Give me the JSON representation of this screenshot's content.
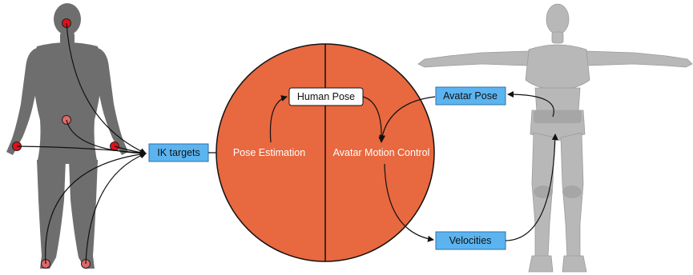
{
  "diagram": {
    "nodes": {
      "ik_targets": "IK targets",
      "pose_estimation": "Pose Estimation",
      "human_pose": "Human Pose",
      "avatar_motion_control": "Avatar Motion Control",
      "avatar_pose": "Avatar Pose",
      "velocities": "Velocities"
    },
    "colors": {
      "circle_fill": "#E8683F",
      "blue_box_fill": "#5BB4F0",
      "blue_box_stroke": "#2F6FA8",
      "human_silhouette": "#6E6E6E",
      "avatar_body": "#B8B8B8",
      "tracker_red": "#E0101A",
      "tracker_pink": "#E26868",
      "arrow": "#111111"
    }
  }
}
